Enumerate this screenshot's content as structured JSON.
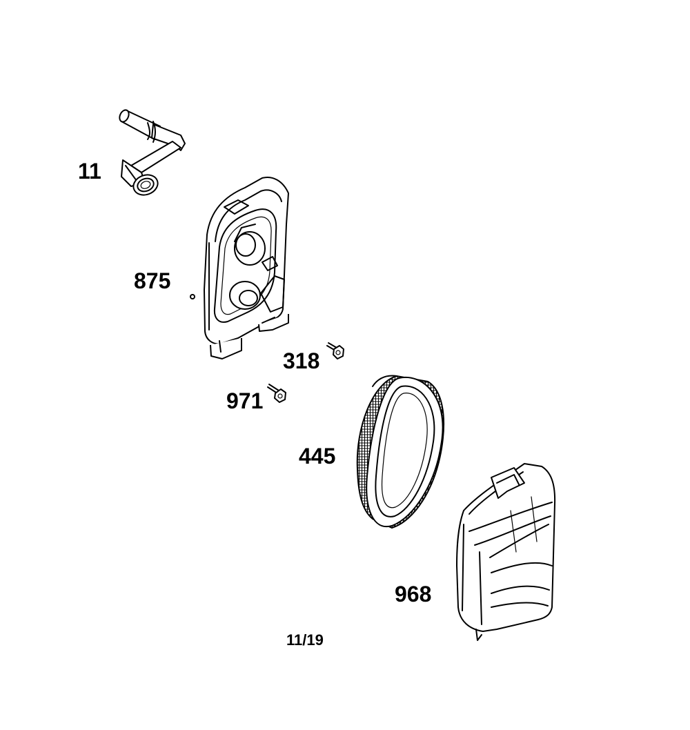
{
  "parts": [
    {
      "callout": "11",
      "part": "breather-tube"
    },
    {
      "callout": "875",
      "part": "air-cleaner-base"
    },
    {
      "callout": "318",
      "part": "screw"
    },
    {
      "callout": "971",
      "part": "screw"
    },
    {
      "callout": "445",
      "part": "air-filter"
    },
    {
      "callout": "968",
      "part": "air-cleaner-cover"
    }
  ],
  "page_number": "11/19",
  "colors": {
    "line": "#000000",
    "background": "#ffffff"
  }
}
